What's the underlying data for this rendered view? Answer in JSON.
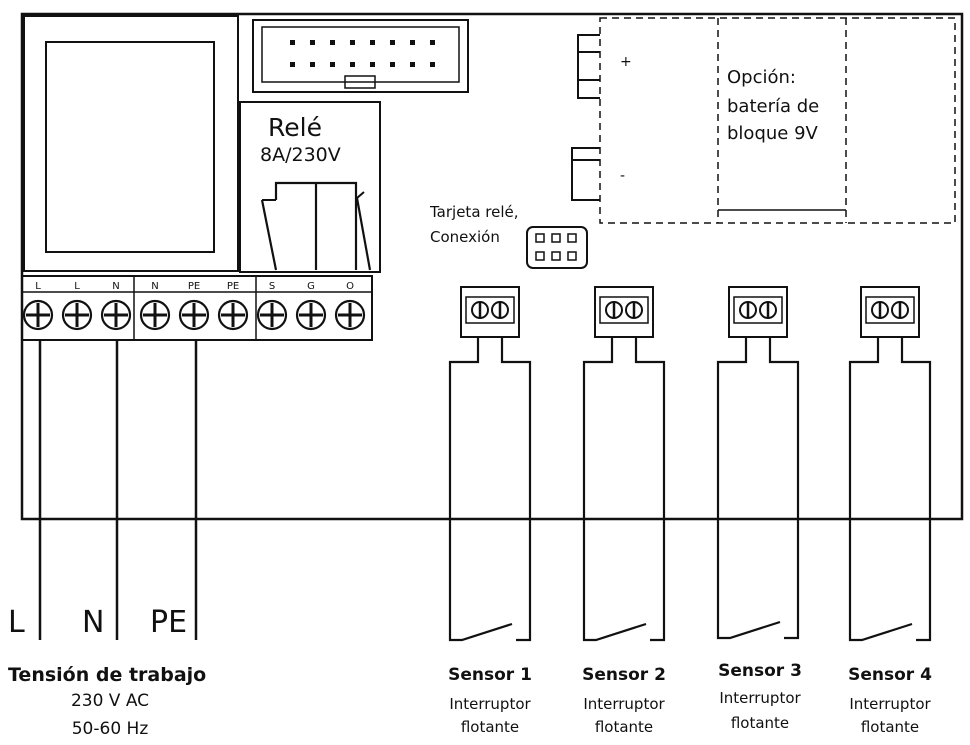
{
  "relay": {
    "title": "Relé",
    "rating": "8A/230V"
  },
  "battery": {
    "label_line1": "Opción:",
    "label_line2": "batería de",
    "label_line3": "bloque 9V",
    "plus": "+",
    "minus": "-"
  },
  "relay_card": {
    "line1": "Tarjeta relé,",
    "line2": "Conexión"
  },
  "terminals": [
    "L",
    "L",
    "N",
    "N",
    "PE",
    "PE",
    "S",
    "G",
    "O"
  ],
  "wires": {
    "l": "L",
    "n": "N",
    "pe": "PE"
  },
  "supply": {
    "title": "Tensión de trabajo",
    "voltage": "230 V AC",
    "frequency": "50-60 Hz"
  },
  "sensors": [
    {
      "name": "Sensor 1",
      "type_line1": "Interruptor",
      "type_line2": "flotante"
    },
    {
      "name": "Sensor 2",
      "type_line1": "Interruptor",
      "type_line2": "flotante"
    },
    {
      "name": "Sensor 3",
      "type_line1": "Interruptor",
      "type_line2": "flotante"
    },
    {
      "name": "Sensor 4",
      "type_line1": "Interruptor",
      "type_line2": "flotante"
    }
  ]
}
